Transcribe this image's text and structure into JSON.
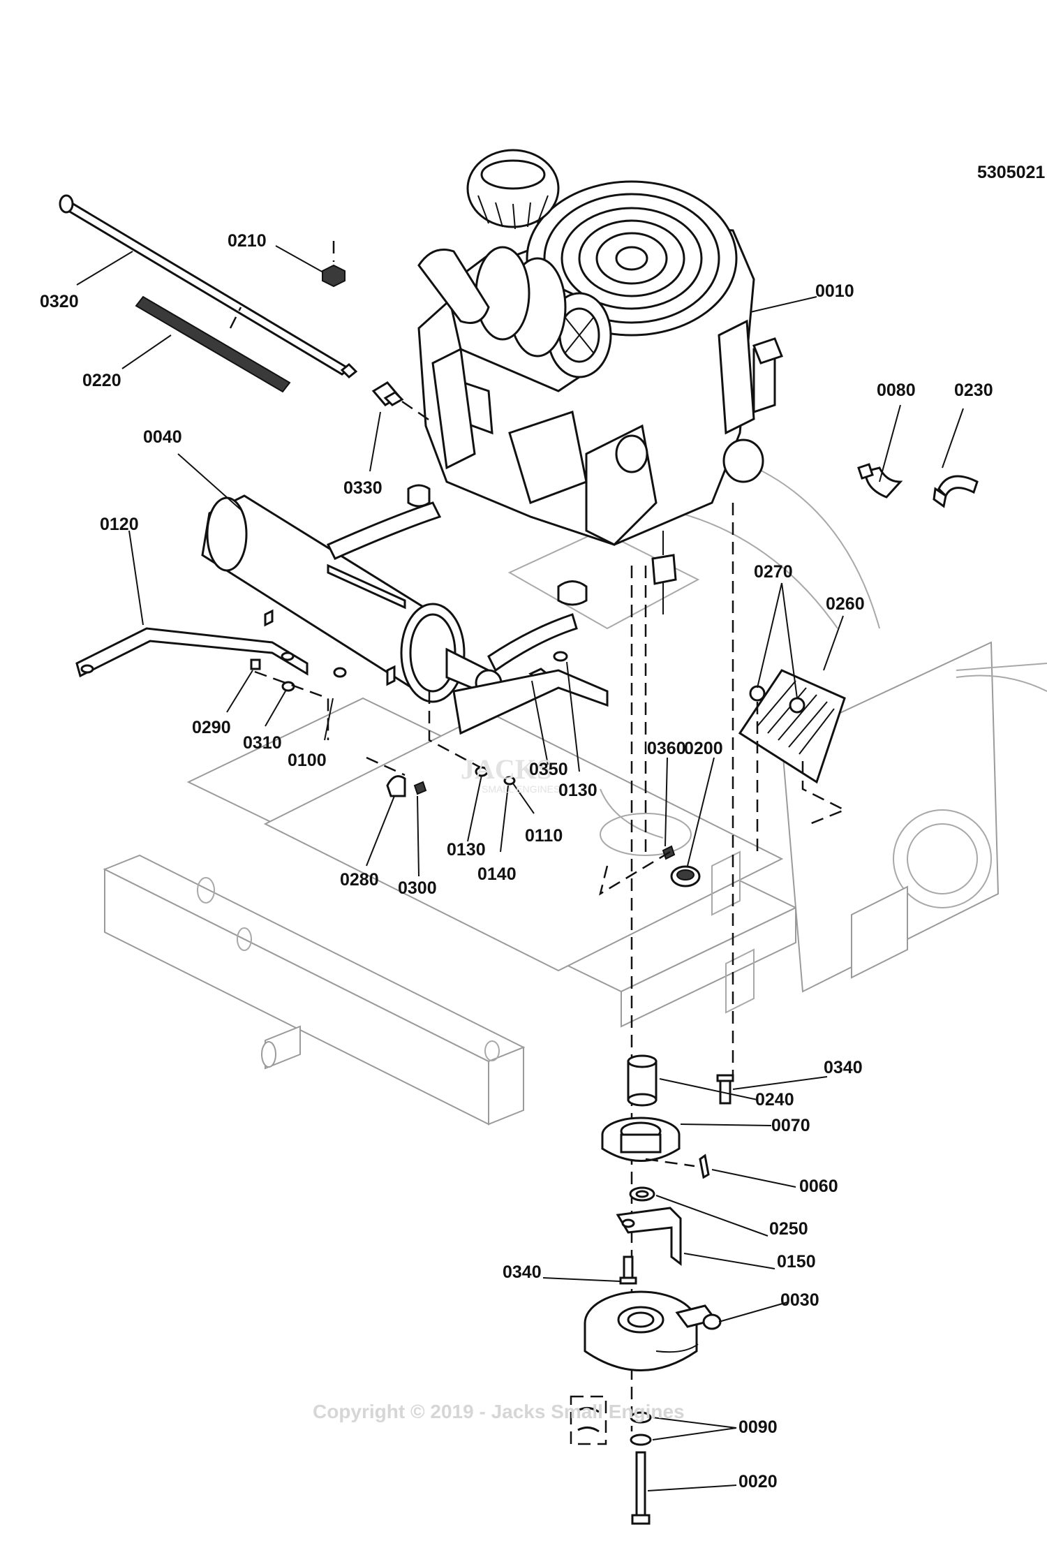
{
  "diagram": {
    "reference_number": "5305021",
    "watermark": "Copyright © 2019 - Jacks Small Engines",
    "watermark_logo_text": "JACKS",
    "watermark_logo_subtext": "SMALL ENGINES",
    "labels": {
      "p0010": "0010",
      "p0020": "0020",
      "p0030": "0030",
      "p0040": "0040",
      "p0060": "0060",
      "p0070": "0070",
      "p0080": "0080",
      "p0090": "0090",
      "p0100": "0100",
      "p0110": "0110",
      "p0120": "0120",
      "p0130a": "0130",
      "p0130b": "0130",
      "p0140": "0140",
      "p0150": "0150",
      "p0200": "0200",
      "p0210": "0210",
      "p0220": "0220",
      "p0230": "0230",
      "p0240": "0240",
      "p0250": "0250",
      "p0260": "0260",
      "p0270": "0270",
      "p0280": "0280",
      "p0290": "0290",
      "p0300": "0300",
      "p0310": "0310",
      "p0320": "0320",
      "p0330": "0330",
      "p0340a": "0340",
      "p0340b": "0340",
      "p0350": "0350",
      "p0360": "0360"
    }
  }
}
